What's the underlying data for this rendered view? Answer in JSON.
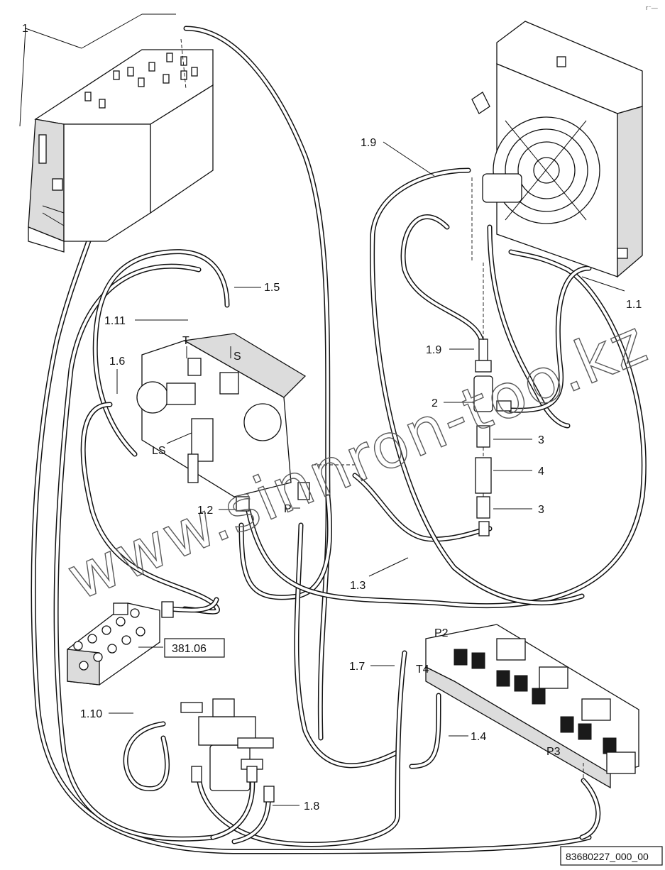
{
  "labels": {
    "l1": "1",
    "l1_9a": "1.9",
    "l1_9b": "1.9",
    "l1_5": "1.5",
    "l1_11": "1.11",
    "l1_1": "1.1",
    "l1_6": "1.6",
    "lT": "T",
    "lS": "S",
    "lLS": "LS",
    "l1_2": "1.2",
    "lP": "P",
    "l1_3": "1.3",
    "l2": "2",
    "l3a": "3",
    "l4": "4",
    "l3b": "3",
    "l381": "381.06",
    "lP2": "P2",
    "lT4": "T4",
    "l1_7": "1.7",
    "l1_10": "1.10",
    "l1_4": "1.4",
    "lP3": "P3",
    "l1_8": "1.8"
  },
  "watermark": "www.sinnron-too.kz",
  "drawing_number": "83680227_000_00",
  "corner_mark": "r⁻—"
}
